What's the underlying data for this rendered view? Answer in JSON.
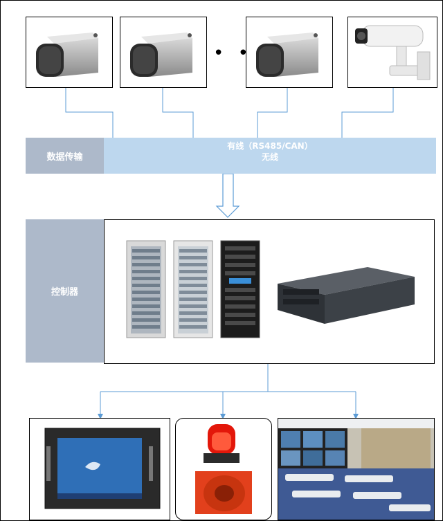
{
  "sensors": {
    "ellipsis": "• • •"
  },
  "transmission": {
    "label": "数据传输",
    "line1": "有线（RS485/CAN）",
    "line2": "无线"
  },
  "controller": {
    "label": "控制器"
  },
  "colors": {
    "band": "#bdd7ee",
    "label_block": "#adb9ca",
    "connector": "#5b9bd5"
  },
  "icons": [
    "lidar-sensor-icon",
    "security-camera-icon",
    "server-rack-icon",
    "rack-server-icon",
    "industrial-monitor-icon",
    "alarm-siren-icon",
    "control-room-icon"
  ]
}
